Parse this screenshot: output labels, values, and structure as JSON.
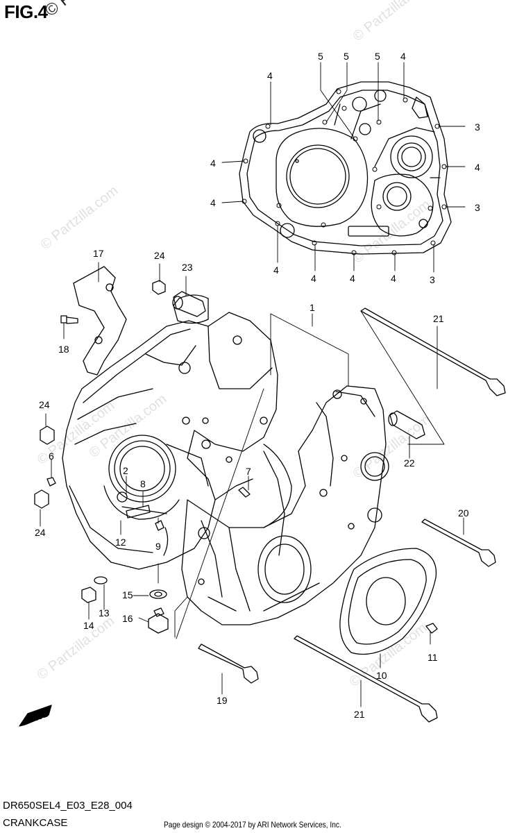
{
  "figure": {
    "title": "FIG.4",
    "watermark": "© Partzilla.com",
    "code": "DR650SEL4_E03_E28_004",
    "name": "CRANKCASE",
    "copyright": "Page design © 2004-2017 by ARI Network Services, Inc.",
    "fwd_label": "FWD"
  },
  "callouts": [
    "1",
    "2",
    "3",
    "4",
    "5",
    "6",
    "7",
    "8",
    "9",
    "10",
    "11",
    "12",
    "13",
    "14",
    "15",
    "16",
    "17",
    "18",
    "19",
    "20",
    "21",
    "22",
    "23",
    "24"
  ]
}
